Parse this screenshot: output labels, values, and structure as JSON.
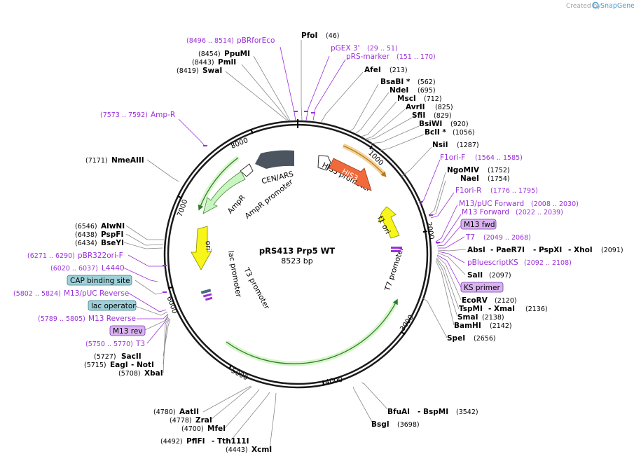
{
  "header": {
    "created_by": "Created by",
    "brand": "SnapGene"
  },
  "plasmid": {
    "name": "pRS413 Prp5 WT",
    "size_label": "8523 bp"
  },
  "ticks": [
    "1000",
    "2000",
    "3000",
    "4000",
    "5000",
    "6000",
    "7000",
    "8000"
  ],
  "features": {
    "cen_ars": "CEN/ARS",
    "his3": "HIS3",
    "his3_promoter": "HIS3 promoter",
    "ampr": "AmpR",
    "ampr_promoter": "AmpR promoter",
    "ori": "ori",
    "f1_ori": "f1 ori",
    "t7_promoter": "T7 promoter",
    "lac_promoter": "lac promoter",
    "t3_promoter": "T3 promoter"
  },
  "labels": {
    "pBRforEco_pos": "(8496 .. 8514)",
    "pBRforEco": "pBRforEco",
    "PfoI": "PfoI",
    "PfoI_pos": "(46)",
    "pGEX3": "pGEX 3'",
    "pGEX3_pos": "(29 .. 51)",
    "pRSmarker": "pRS-marker",
    "pRSmarker_pos": "(151 .. 170)",
    "PpuMI_pos": "(8454)",
    "PpuMI": "PpuMI",
    "PmlI_pos": "(8443)",
    "PmlI": "PmlI",
    "SwaI_pos": "(8419)",
    "SwaI": "SwaI",
    "AfeI": "AfeI",
    "AfeI_pos": "(213)",
    "BsaBI": "BsaBI *",
    "BsaBI_pos": "(562)",
    "NdeI": "NdeI",
    "NdeI_pos": "(695)",
    "MscI": "MscI",
    "MscI_pos": "(712)",
    "AvrII": "AvrII",
    "AvrII_pos": "(825)",
    "SfiI": "SfiI",
    "SfiI_pos": "(829)",
    "BsiWI": "BsiWI",
    "BsiWI_pos": "(920)",
    "BclI": "BclI *",
    "BclI_pos": "(1056)",
    "NsiI": "NsiI",
    "NsiI_pos": "(1287)",
    "F1oriF": "F1ori-F",
    "F1oriF_pos": "(1564 .. 1585)",
    "NgoMIV": "NgoMIV",
    "NgoMIV_pos": "(1752)",
    "NaeI": "NaeI",
    "NaeI_pos": "(1754)",
    "F1oriR": "F1ori-R",
    "F1oriR_pos": "(1776 .. 1795)",
    "M13pUCF": "M13/pUC Forward",
    "M13pUCF_pos": "(2008 .. 2030)",
    "M13F": "M13 Forward",
    "M13F_pos": "(2022 .. 2039)",
    "M13fwd": "M13 fwd",
    "T7": "T7",
    "T7_pos": "(2049 .. 2068)",
    "AbsI": "AbsI",
    "PaeR7I": "- PaeR7I",
    "PspXI": "- PspXI",
    "XhoI": "- XhoI",
    "XhoI_pos": "(2091)",
    "pBluescriptKS": "pBluescriptKS",
    "pBluescriptKS_pos": "(2092 .. 2108)",
    "SalI": "SalI",
    "SalI_pos": "(2097)",
    "KSprimer": "KS primer",
    "EcoRV": "EcoRV",
    "EcoRV_pos": "(2120)",
    "TspMI": "TspMI",
    "XmaI": "- XmaI",
    "XmaI_pos": "(2136)",
    "SmaI": "SmaI",
    "SmaI_pos": "(2138)",
    "BamHI": "BamHI",
    "BamHI_pos": "(2142)",
    "SpeI": "SpeI",
    "SpeI_pos": "(2656)",
    "BfuAI": "BfuAI",
    "BspMI": "- BspMI",
    "BspMI_pos": "(3542)",
    "BsgI": "BsgI",
    "BsgI_pos": "(3698)",
    "AatII_pos": "(4780)",
    "AatII": "AatII",
    "ZraI_pos": "(4778)",
    "ZraI": "ZraI",
    "MfeI_pos": "(4700)",
    "MfeI": "MfeI",
    "PflFI_pos": "(4492)",
    "PflFI": "PflFI",
    "Tth111I": "- Tth111I",
    "XcmI_pos": "(4443)",
    "XcmI": "XcmI",
    "SacII_pos": "(5727)",
    "SacII": "SacII",
    "EagI_pos": "(5715)",
    "EagI": "EagI",
    "NotI": "- NotI",
    "XbaI_pos": "(5708)",
    "XbaI": "XbaI",
    "T3_pos": "(5750 .. 5770)",
    "T3": "T3",
    "M13rev": "M13 rev",
    "M13Rev_pos": "(5789 .. 5805)",
    "M13Rev": "M13 Reverse",
    "lacOperator": "lac operator",
    "M13pUCRev_pos": "(5802 .. 5824)",
    "M13pUCRev": "M13/pUC Reverse",
    "CAPsite": "CAP binding site",
    "L4440_pos": "(6020 .. 6037)",
    "L4440": "L4440",
    "pBR322oriF_pos": "(6271 .. 6290)",
    "pBR322oriF": "pBR322ori-F",
    "BseYI_pos": "(6434)",
    "BseYI": "BseYI",
    "PspFI_pos": "(6438)",
    "PspFI": "PspFI",
    "AlwNI_pos": "(6546)",
    "AlwNI": "AlwNI",
    "NmeAIII_pos": "(7171)",
    "NmeAIII": "NmeAIII",
    "AmpR_primer_pos": "(7573 .. 7592)",
    "AmpR_primer": "Amp-R"
  },
  "colors": {
    "backbone": "#1a1a1a",
    "primer": "#9b30d9",
    "box_purple": "#d9b3f0",
    "box_blue": "#9fd0d8",
    "his3": "#f06a3c",
    "cen_ars": "#4a5560",
    "ampr": "#c8f5c2",
    "ori": "#f7f51a",
    "orf_green": "#2f9a2f",
    "orf_orange": "#e6a530"
  }
}
